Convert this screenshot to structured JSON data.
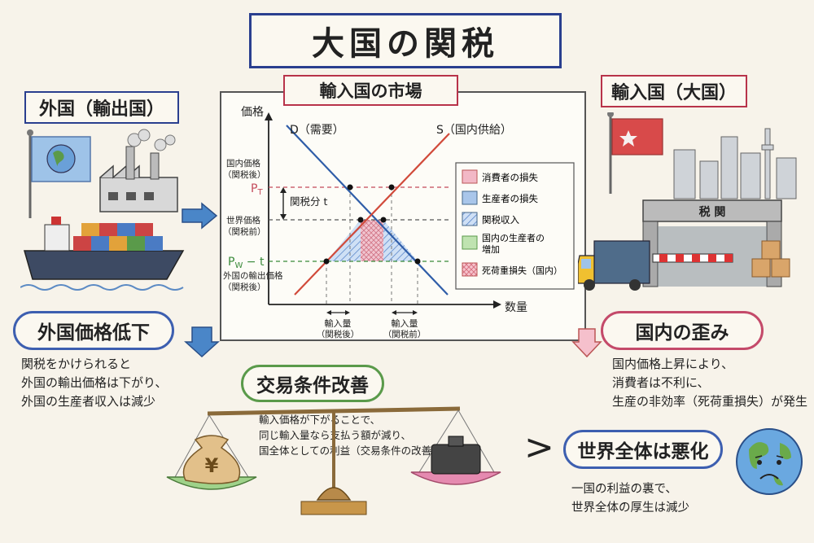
{
  "title": "大国の関税",
  "left": {
    "label": "外国（輸出国）",
    "cloud": "外国価格低下",
    "text": [
      "関税をかけられると",
      "外国の輸出価格は下がり、",
      "外国の生産者収入は減少"
    ]
  },
  "right": {
    "label": "輸入国（大国）",
    "gate": "税 関",
    "cloud": "国内の歪み",
    "text": [
      "国内価格上昇により、",
      "消費者は不利に、",
      "生産の非効率（死荷重損失）が発生"
    ]
  },
  "center": {
    "cloud": "交易条件改善",
    "text": [
      "輸入価格が下がることで、",
      "同じ輸入量なら支払う額が減り、",
      "国全体としての利益（交易条件の改善）"
    ],
    "yen": "¥"
  },
  "world": {
    "cloud": "世界全体は悪化",
    "text": [
      "一国の利益の裏で、",
      "世界全体の厚生は減少"
    ],
    "compare": ">"
  },
  "chart_data": {
    "type": "diagram",
    "title": "輸入国の市場",
    "ylabel": "価格",
    "xlabel": "数量",
    "demand_label": "D（需要）",
    "supply_label": "S（国内供給）",
    "price_labels": {
      "pt_top": "国内価格",
      "pt_bottom": "（関税後）",
      "pt": "P",
      "pt_sub": "T",
      "pw_top": "世界価格",
      "pw_bottom": "（関税前）",
      "pwt": "P",
      "pwt_sub": "W",
      "pwt_tail": " − t",
      "pwt_top": "外国の輸出価格",
      "pwt_bottom": "（関税後）"
    },
    "tariff_label": "関税分 t",
    "import_after": [
      "輸入量",
      "（関税後）"
    ],
    "import_before": [
      "輸入量",
      "（関税前）"
    ],
    "legend": [
      {
        "label": "消費者の損失",
        "color": "#f2b8c6",
        "pattern": "solid"
      },
      {
        "label": "生産者の損失",
        "color": "#a9c6ea",
        "pattern": "solid"
      },
      {
        "label": "関税収入",
        "color": "#a9c6ea",
        "pattern": "hatch"
      },
      {
        "label": "国内の生産者の",
        "label2": "増加",
        "color": "#bfe3b0",
        "pattern": "solid"
      },
      {
        "label": "死荷重損失（国内）",
        "color": "#e58a9a",
        "pattern": "crosshatch"
      }
    ],
    "colors": {
      "demand": "#2f5da8",
      "supply": "#d14a3a",
      "pt_line": "#c44a5a",
      "pw_line": "#555555",
      "pwt_line": "#3a8a3a"
    }
  }
}
